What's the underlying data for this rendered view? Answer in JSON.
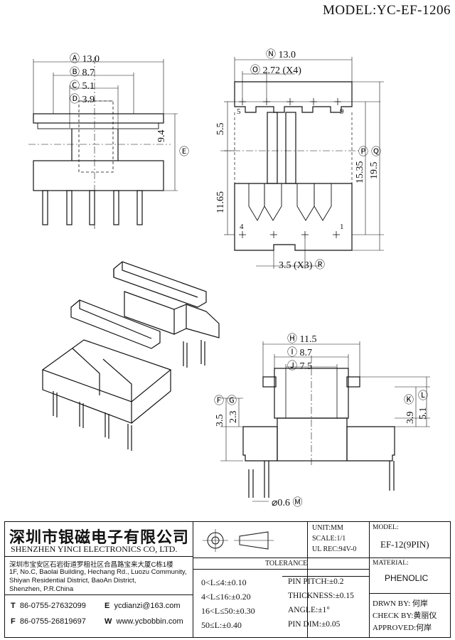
{
  "header": {
    "model": "MODEL:YC-EF-1206"
  },
  "views": {
    "top_left": {
      "dims": [
        {
          "id": "A",
          "value": "13.0"
        },
        {
          "id": "B",
          "value": "8.7"
        },
        {
          "id": "C",
          "value": "5.1"
        },
        {
          "id": "D",
          "value": "3.9"
        }
      ],
      "vertical": {
        "value": "9.4",
        "id": "E"
      }
    },
    "top_right": {
      "top_dim": {
        "id": "N",
        "value": "13.0"
      },
      "pitch_dim": {
        "id": "O",
        "value": "2.72 (X4)"
      },
      "left_dims": [
        "5.5",
        "11.65"
      ],
      "right_dims": [
        {
          "value": "15.35",
          "id": "P"
        },
        {
          "value": "19.5",
          "id": "Q"
        }
      ],
      "bottom_dim": {
        "value": "3.5 (X3)",
        "id": "R"
      },
      "pin_labels": [
        "5",
        "9",
        "4",
        "1"
      ]
    },
    "bottom_right": {
      "dims": [
        {
          "id": "H",
          "value": "11.5"
        },
        {
          "id": "I",
          "value": "8.7"
        },
        {
          "id": "J",
          "value": "7.5"
        }
      ],
      "left_dims": [
        {
          "value": "3.5",
          "id": "F"
        },
        {
          "value": "2.3",
          "id": "G"
        }
      ],
      "right_dims": [
        {
          "value": "3.9",
          "id": "K"
        },
        {
          "value": "5.1",
          "id": "L"
        }
      ],
      "pin_dia": {
        "value": "⌀0.6",
        "id": "M"
      }
    }
  },
  "title_block": {
    "company_cn": "深圳市银磁电子有限公司",
    "company_en": "SHENZHEN YINCI ELECTRONICS CO, LTD.",
    "address_cn": "深圳市宝安区石岩街道罗租社区合昌路宝来大厦C栋1楼",
    "address_en": [
      "1F, No.C, Baolai Building, Hechang Rd., Luozu Community,",
      "Shiyan Residential District, BaoAn District,",
      "Shenzhen, P.R.China"
    ],
    "contacts": [
      {
        "key": "T",
        "value": "86-0755-27632099"
      },
      {
        "key": "E",
        "value": "ycdianzi@163.com"
      },
      {
        "key": "F",
        "value": "86-0755-26819697"
      },
      {
        "key": "W",
        "value": "www.ycbobbin.com"
      }
    ],
    "units": [
      "UNIT:MM",
      "SCALE:1/1",
      "UL REC:94V-0"
    ],
    "tolerance_title": "TOLERANCE",
    "tolerances_left": [
      "0<L≤4:±0.10",
      "4<L≤16:±0.20",
      "16<L≤50:±0.30",
      "50≤L:±0.40"
    ],
    "tolerances_right": [
      "PIN PITCH:±0.2",
      "THICKNESS:±0.15",
      "ANGLE:±1°",
      "PIN DIM:±0.05"
    ],
    "model_label": "MODEL:",
    "model_value": "EF-12(9PIN)",
    "material_label": "MATERIAL:",
    "material_value": "PHENOLIC",
    "drawn_by": "DRWN BY: 何岸",
    "check_by": "CHECK BY:黄丽仪",
    "approved": "APPROVED:何岸"
  }
}
